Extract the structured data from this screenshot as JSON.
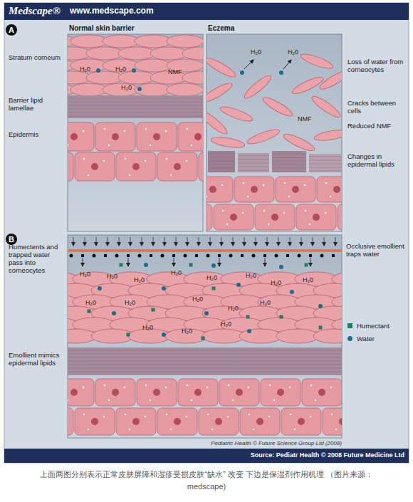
{
  "diagram": {
    "caption": "上面两图分别表示正常皮肤屏障和湿疹受损皮肤“缺水” 改变 下边是保湿剂作用机理 （图片来源：medscape)",
    "nodes": [
      {
        "text": [
          "Normal skin barrier"
        ]
      },
      {
        "text": [
          "Eczema"
        ]
      }
    ],
    "labels": [
      "Medscape®",
      "www.medscape.com",
      "A",
      "Stratum corneum",
      "Barrier lipid lamellae",
      "Epidermis",
      "H₂0",
      "H₂0",
      "H₂0",
      "NMF",
      "H₂0",
      "H₂0",
      "NMF",
      "Loss of water from corneocytes",
      "Cracks between cells",
      "Reduced NMF",
      "Changes in epidermal lipids",
      "B",
      "Humectents and trapped water pass into corneocytes",
      "Occlusive emollient traps water",
      "Emollient mimics epidermal lipids",
      "H₂0",
      "H₂0",
      "H₂0",
      "H₂0",
      "H₂0",
      "H₂0",
      "H₂0",
      "H₂0",
      "H₂0",
      "H₂0",
      "H₂0",
      "H₂0",
      "H₂0",
      "H₂0",
      "H₂0",
      "H₂0",
      "Pediatric Health © Future Science Group Ltd (2008)",
      "Source: Pediatr Health © 2008 Future Medicine Ltd"
    ],
    "legend": [
      {
        "text": "Humectant",
        "color": "#1e7d5e"
      },
      {
        "text": "Water",
        "color": "#1a6e8a"
      }
    ]
  }
}
